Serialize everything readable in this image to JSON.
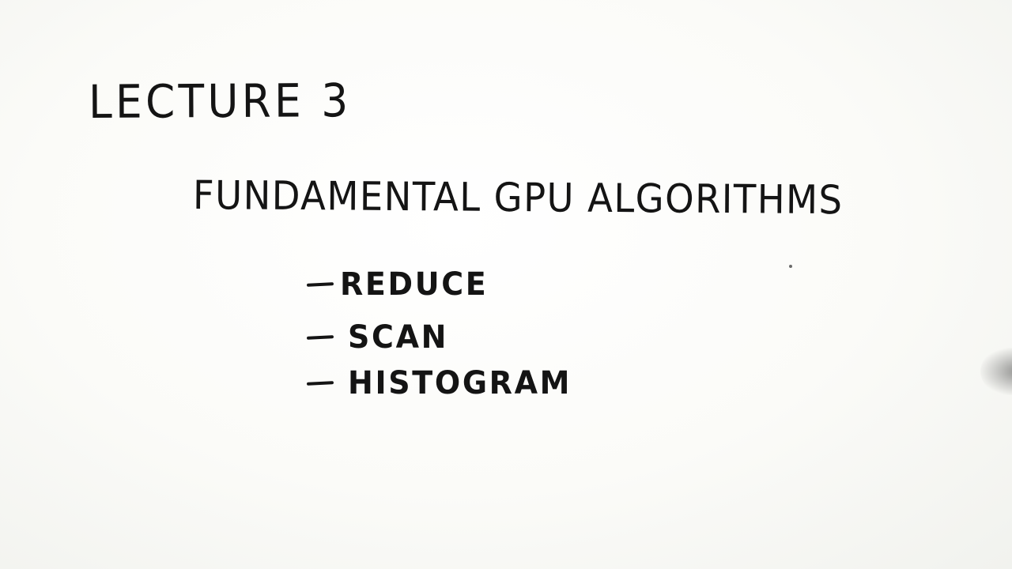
{
  "board": {
    "title": "LECTURE 3",
    "subtitle": "FUNDAMENTAL GPU ALGORITHMS",
    "topics": [
      {
        "label": "REDUCE"
      },
      {
        "label": "SCAN"
      },
      {
        "label": "HISTOGRAM"
      }
    ]
  },
  "colors": {
    "ink": "#141414",
    "board": "#fdfdfb"
  }
}
